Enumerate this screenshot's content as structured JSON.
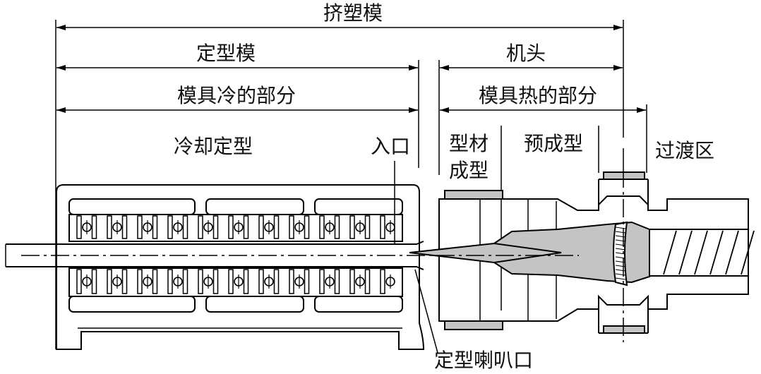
{
  "labels": {
    "extrusion_die": "挤塑模",
    "calibration_die": "定型模",
    "die_head": "机头",
    "cold_part": "模具冷的部分",
    "hot_part": "模具热的部分",
    "cooling_calibration": "冷却定型",
    "inlet": "入口",
    "profile_forming_line1": "型材",
    "profile_forming_line2": "成型",
    "preforming": "预成型",
    "transition_zone": "过渡区",
    "calibration_bell_mouth": "定型喇叭口"
  },
  "colors": {
    "line": "#000000",
    "section_fill": "#c4c4c4",
    "background": "#ffffff"
  }
}
